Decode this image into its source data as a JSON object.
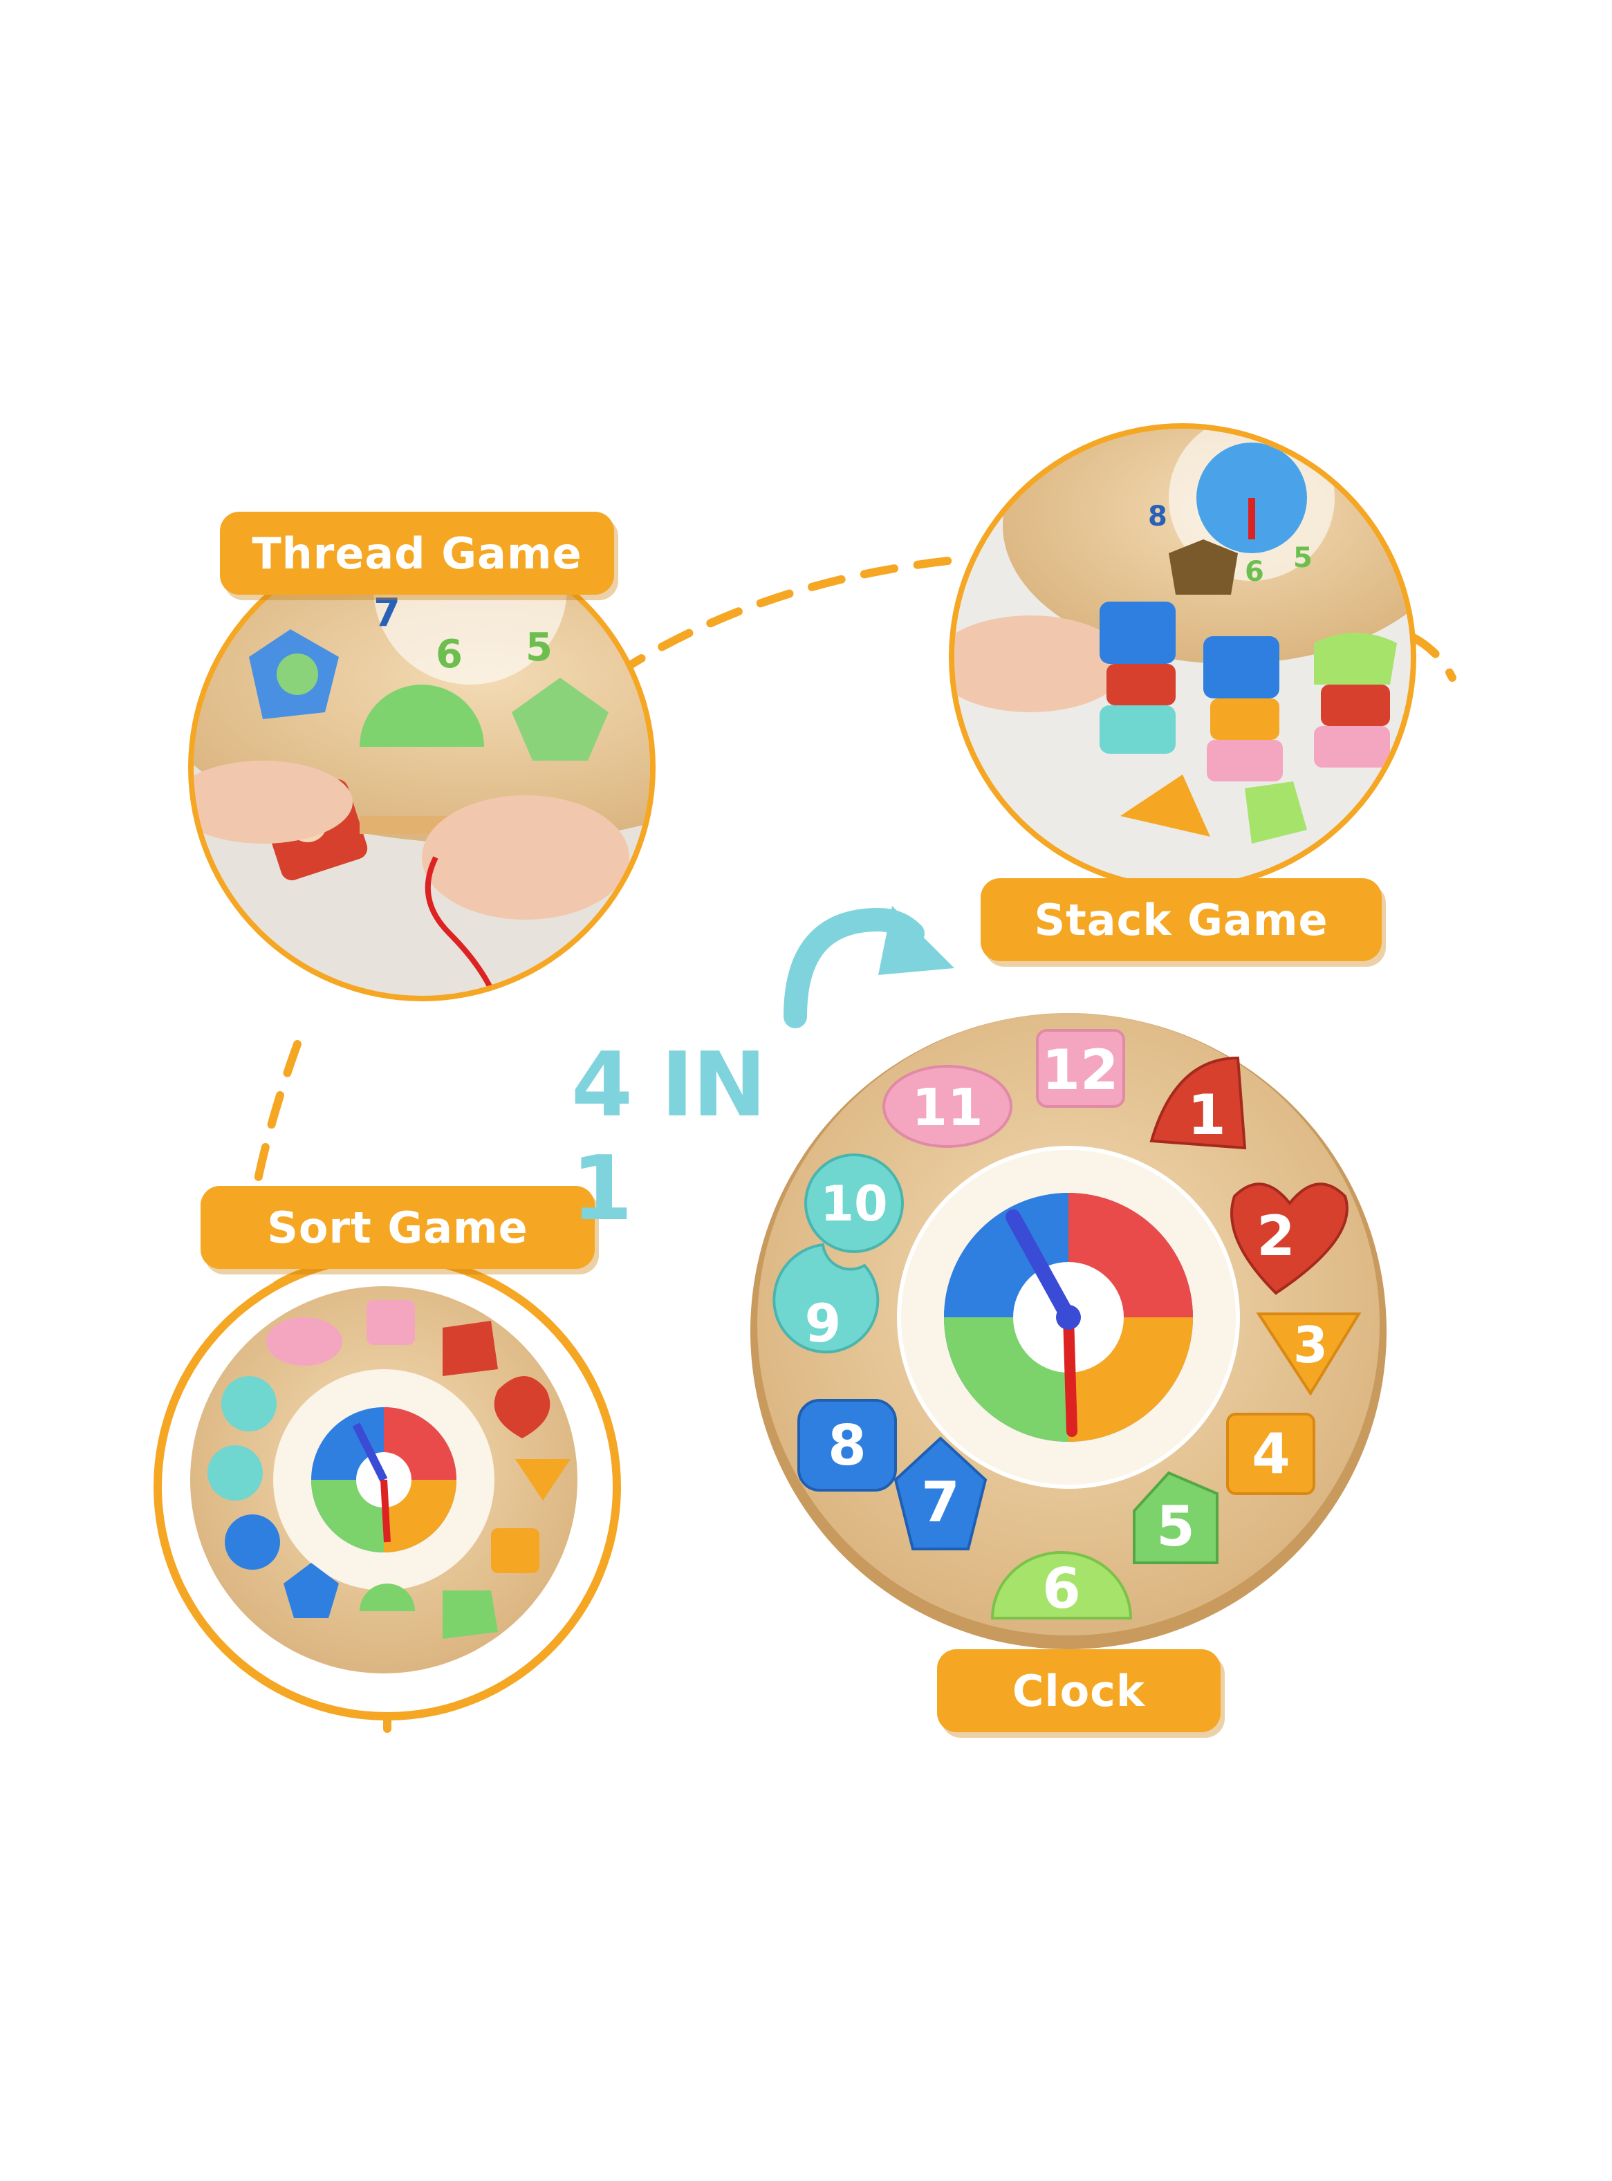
{
  "labels": {
    "thread": "Thread Game",
    "stack": "Stack Game",
    "sort": "Sort Game",
    "clock": "Clock"
  },
  "headline": "4 IN 1",
  "clock_numbers": [
    "12",
    "1",
    "2",
    "3",
    "4",
    "5",
    "6",
    "7",
    "8",
    "9",
    "10",
    "11"
  ],
  "colors": {
    "label_bg": "#f5a623",
    "dash": "#f5a623",
    "headline": "#7fd3dc",
    "wood": "#e8c89a"
  }
}
